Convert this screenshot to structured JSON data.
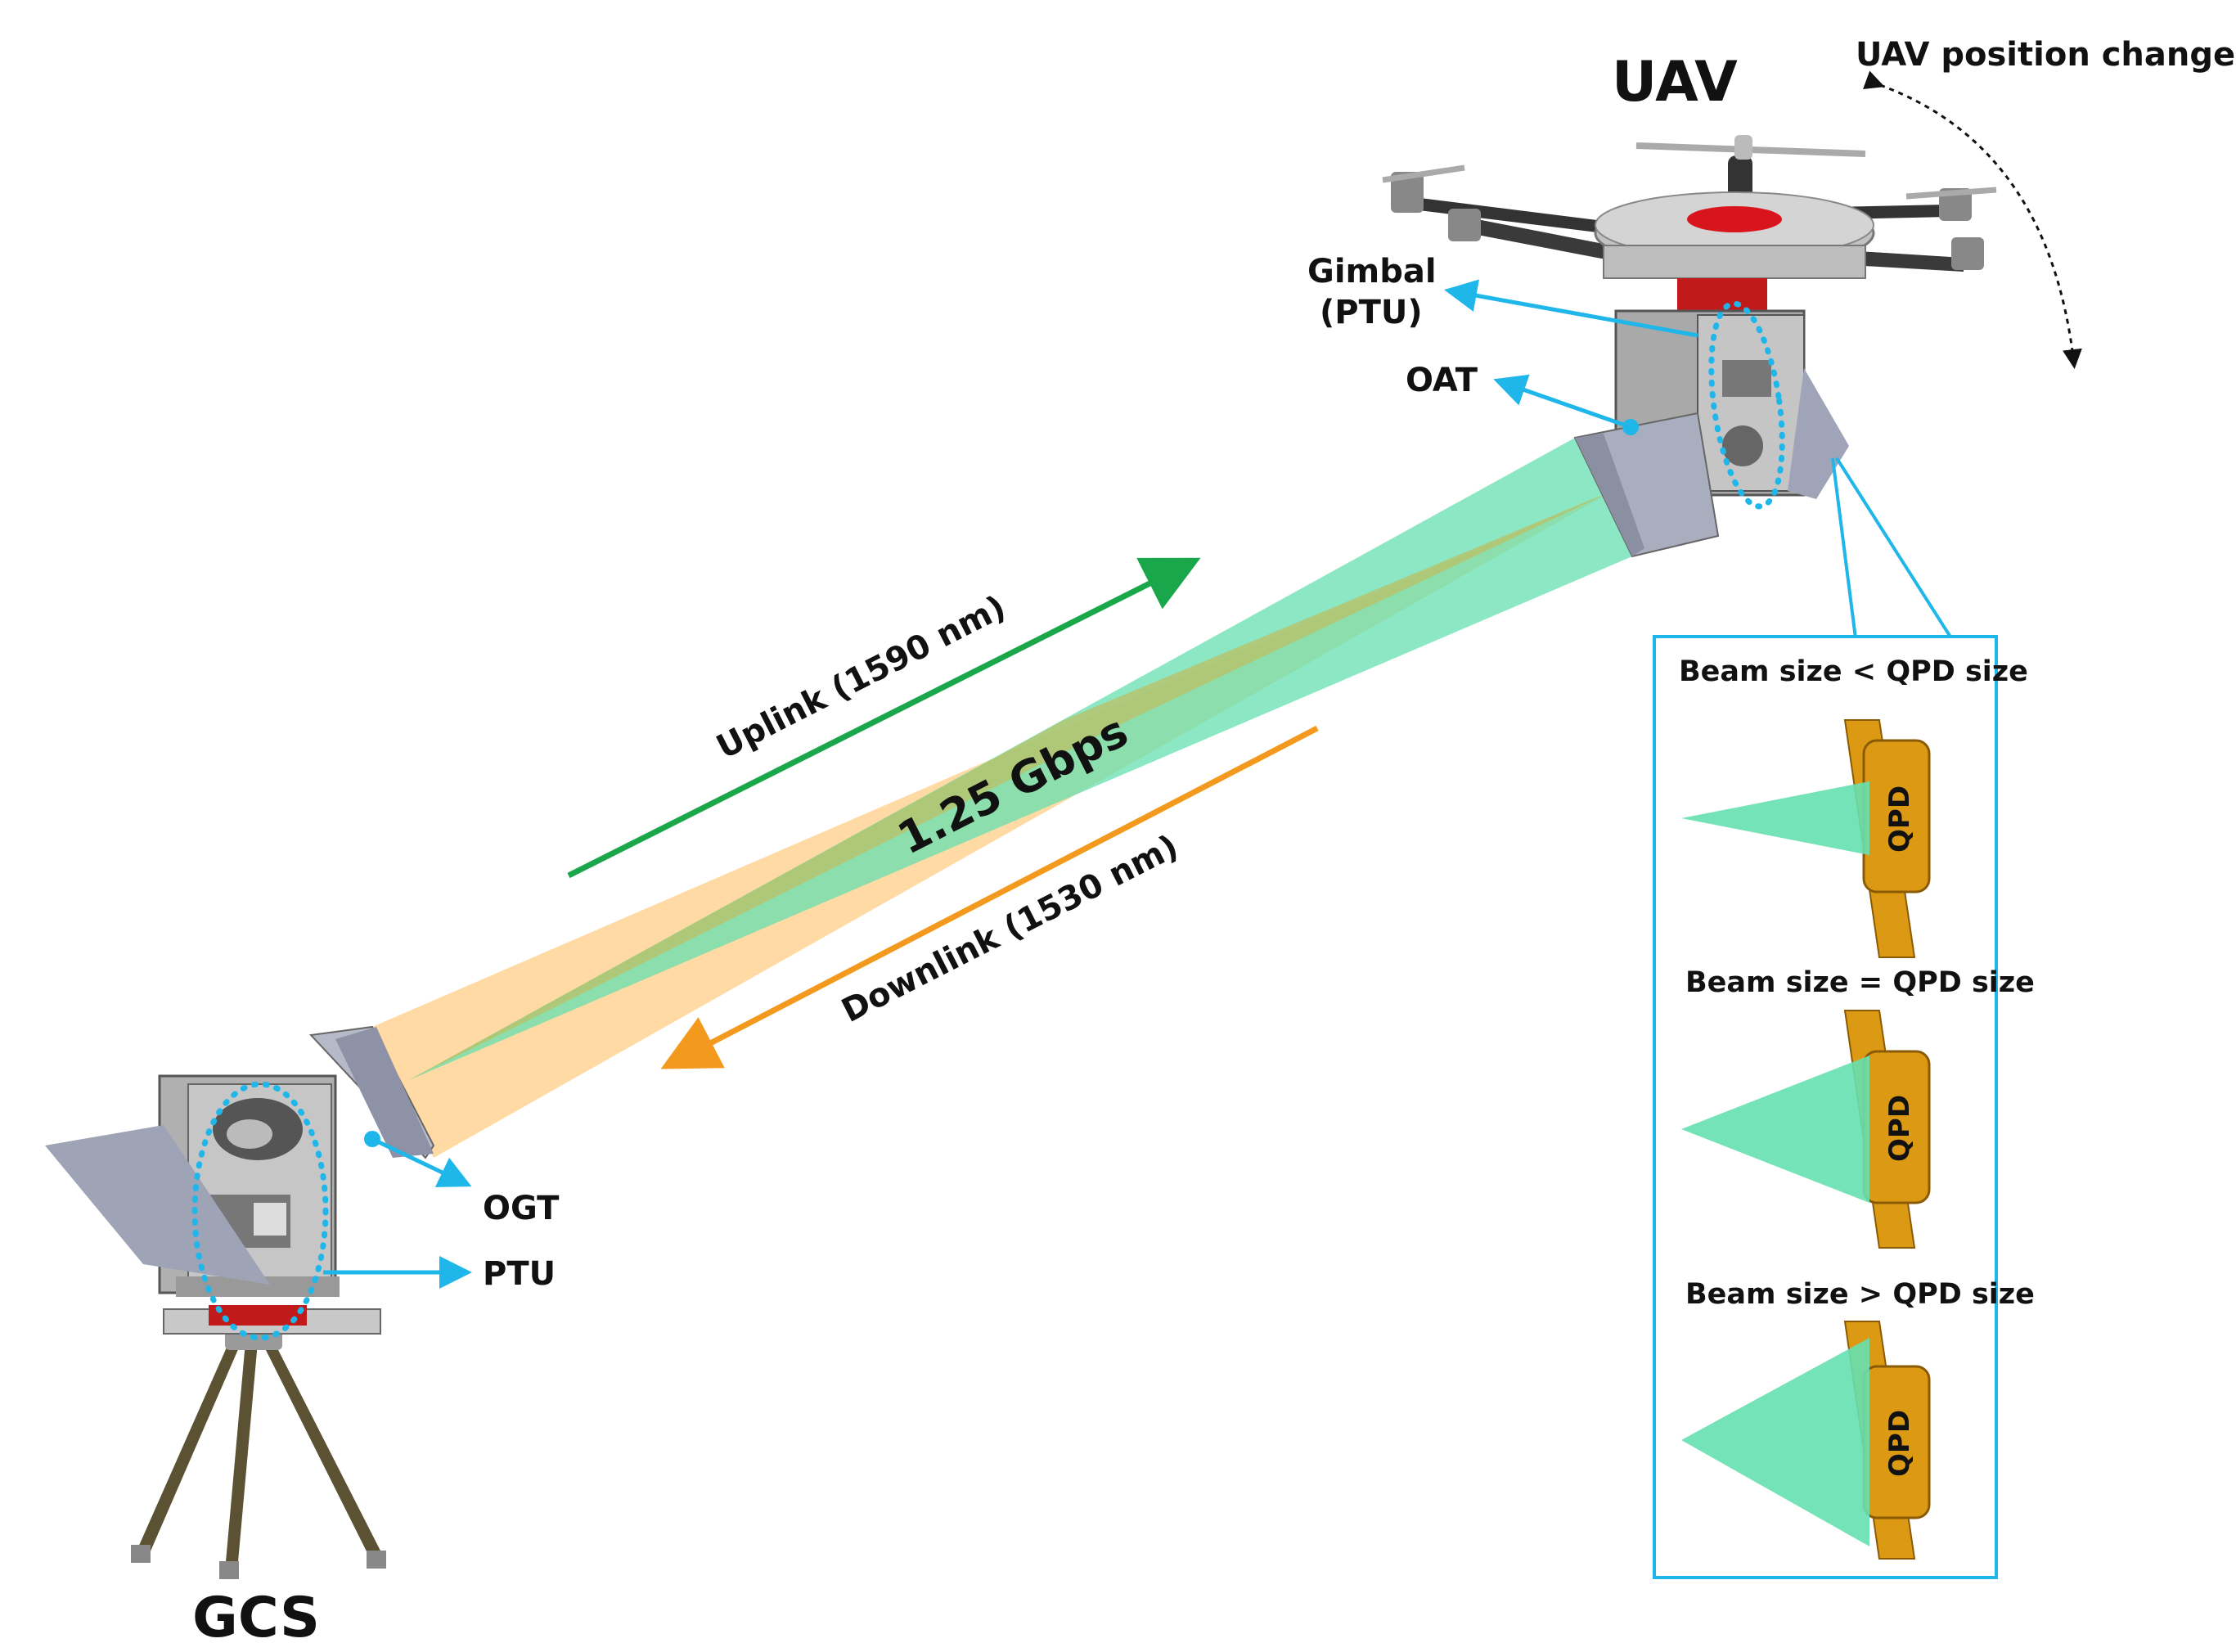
{
  "labels": {
    "uav": "UAV",
    "uav_position_change": "UAV position change",
    "gimbal_line1": "Gimbal",
    "gimbal_line2": "(PTU)",
    "oat": "OAT",
    "uplink": "Uplink (1590 nm)",
    "downlink": "Downlink (1530 nm)",
    "data_rate": "1.25 Gbps",
    "ogt": "OGT",
    "ptu": "PTU",
    "gcs": "GCS"
  },
  "inset": {
    "panels": [
      {
        "title": "Beam size < QPD size",
        "detector": "QPD"
      },
      {
        "title": "Beam size = QPD size",
        "detector": "QPD"
      },
      {
        "title": "Beam size > QPD size",
        "detector": "QPD"
      }
    ]
  },
  "colors": {
    "uplink_beam": "#66e0b0",
    "downlink_beam": "#ffd494",
    "uplink_arrow": "#1aa64a",
    "downlink_arrow": "#f39a1e",
    "callout": "#1fb6ea",
    "qpd_body": "#dc9a14",
    "qpd_edge": "#8a5a06",
    "uav_marker": "#d8141c"
  }
}
